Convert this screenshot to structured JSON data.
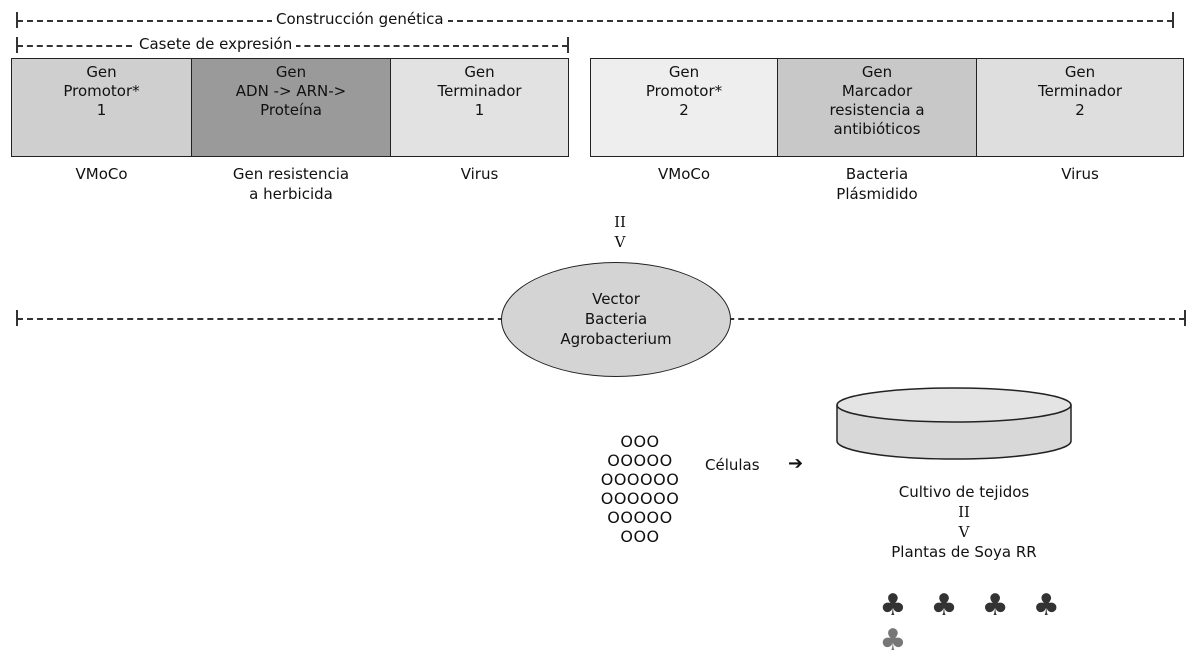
{
  "construct": {
    "label": "Construcción genética"
  },
  "cassette": {
    "label": "Casete de expresión"
  },
  "boxes": [
    {
      "lines": [
        "Gen",
        "Promotor*",
        "1"
      ],
      "color": "#cfcfcf"
    },
    {
      "lines": [
        "Gen",
        "ADN -> ARN->",
        "Proteína"
      ],
      "color": "#9a9a9a"
    },
    {
      "lines": [
        "Gen",
        "Terminador",
        "1"
      ],
      "color": "#e2e2e2"
    },
    {
      "lines": [
        "Gen",
        "Promotor*",
        "2"
      ],
      "color": "#eeeeee"
    },
    {
      "lines": [
        "Gen",
        "Marcador",
        "resistencia a",
        "antibióticos"
      ],
      "color": "#c8c8c8"
    },
    {
      "lines": [
        "Gen",
        "Terminador",
        "2"
      ],
      "color": "#dedede"
    }
  ],
  "sources": [
    [
      "VMoCo"
    ],
    [
      "Gen resistencia",
      "a herbicida"
    ],
    [
      "Virus"
    ],
    [
      "VMoCo"
    ],
    [
      "Bacteria",
      "Plásmidido"
    ],
    [
      "Virus"
    ]
  ],
  "arrow_top": [
    "II",
    "V"
  ],
  "vector": {
    "lines": [
      "Vector",
      "Bacteria",
      "Agrobacterium"
    ]
  },
  "cells": {
    "rows": [
      "OOO",
      "OOOOO",
      "OOOOOO",
      "OOOOOO",
      "OOOOO",
      "OOO"
    ],
    "label": "Células",
    "arrow": "➔"
  },
  "culture": {
    "label": "Cultivo de tejidos",
    "arrow": [
      "II",
      "V"
    ],
    "plants_label": "Plantas de Soya RR",
    "plant_icon": "♣",
    "plant_count": 5
  }
}
